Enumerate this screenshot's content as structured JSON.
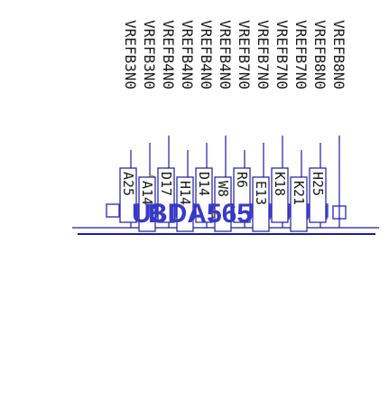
{
  "colors": {
    "wire": "#1a1aa6",
    "pad": "#4a4ad8",
    "text": "#1a1a1a",
    "junction": "#f0c418",
    "ref": "#3939c8",
    "background": "#ffffff"
  },
  "component": {
    "ref": "U3",
    "value": "BDA565"
  },
  "nets": [
    "VREFB8N0",
    "VREFB8N0",
    "VREFB7N0",
    "VREFB7N0",
    "VREFB7N0",
    "VREFB7N0",
    "VREFB4N0",
    "VREFB4N0",
    "VREFB4N0",
    "VREFB4N0",
    "VREFB3N0",
    "VREFB3N0"
  ],
  "pins": [
    "H25",
    "K21",
    "K18",
    "E13",
    "R6",
    "W8",
    "D14",
    "H14",
    "D17",
    "A14",
    "A25"
  ]
}
